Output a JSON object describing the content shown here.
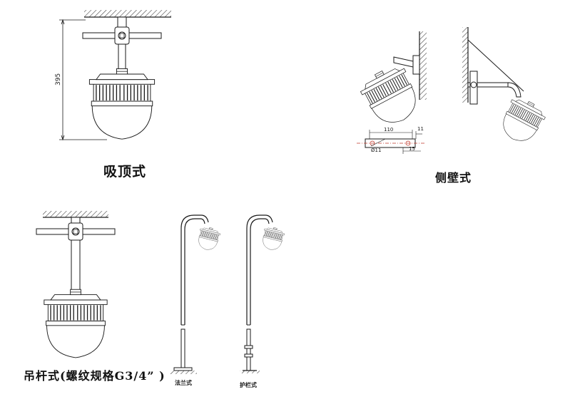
{
  "captions": {
    "ceiling": "吸顶式",
    "wall": "侧壁式",
    "pendant": "吊杆式(螺纹规格G3/4” )",
    "flange": "法兰式",
    "guard": "护栏式"
  },
  "dimensions": {
    "height": "395",
    "bracket_length": "110",
    "bracket_end": "11",
    "bracket_offset": "15",
    "hole_diameter": "Ø11"
  },
  "colors": {
    "line": "#1a1a1a",
    "dimension_red": "#c0392b",
    "hatch": "#444444",
    "glass": "#ffffff"
  }
}
